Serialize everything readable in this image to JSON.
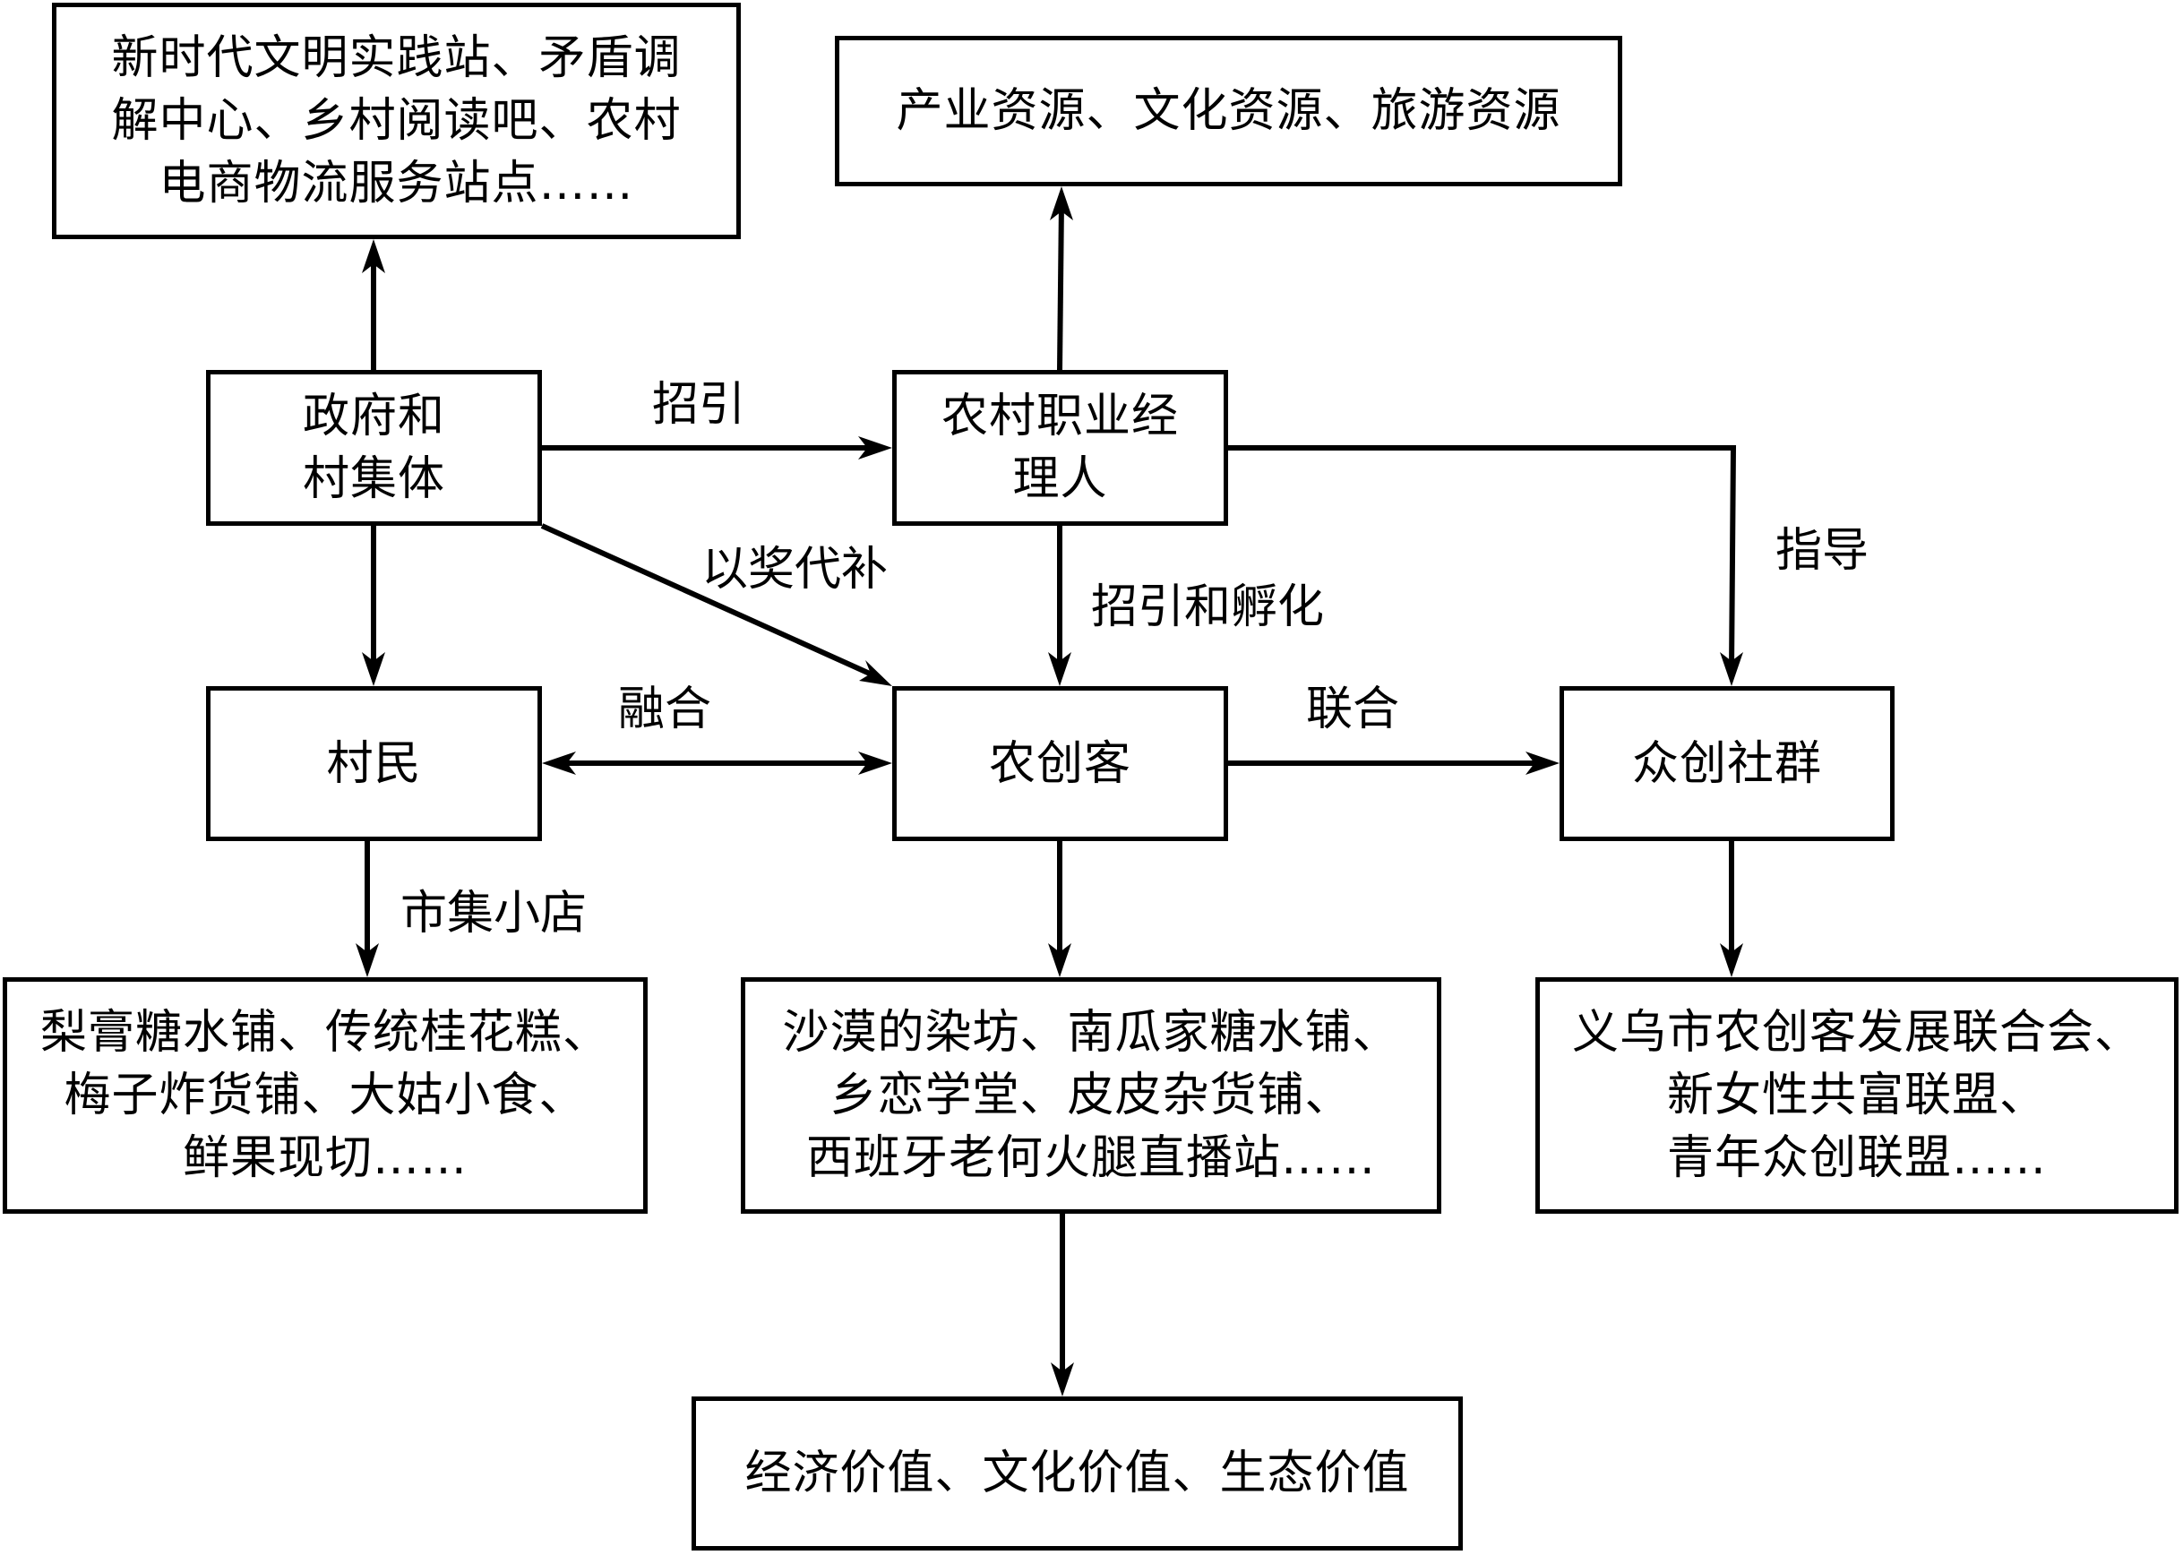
{
  "diagram": {
    "nodes": {
      "public_facilities": "新时代文明实践站、矛盾调\n解中心、乡村阅读吧、农村\n电商物流服务站点……",
      "resources": "产业资源、文化资源、旅游资源",
      "government": "政府和\n村集体",
      "manager": "农村职业经\n理人",
      "villagers": "村民",
      "agri_makers": "农创客",
      "community": "众创社群",
      "shops": "梨膏糖水铺、传统桂花糕、\n梅子炸货铺、大姑小食、\n鲜果现切……",
      "maker_projects": "沙漠的染坊、南瓜家糖水铺、\n乡恋学堂、皮皮杂货铺、\n西班牙老何火腿直播站……",
      "alliances": "义乌市农创客发展联合会、\n新女性共富联盟、\n青年众创联盟……",
      "values": "经济价值、文化价值、生态价值"
    },
    "edges": {
      "recruit": "招引",
      "reward": "以奖代补",
      "recruit_incubate": "招引和孵化",
      "guide": "指导",
      "integrate": "融合",
      "unite": "联合",
      "market_shops": "市集小店"
    }
  }
}
